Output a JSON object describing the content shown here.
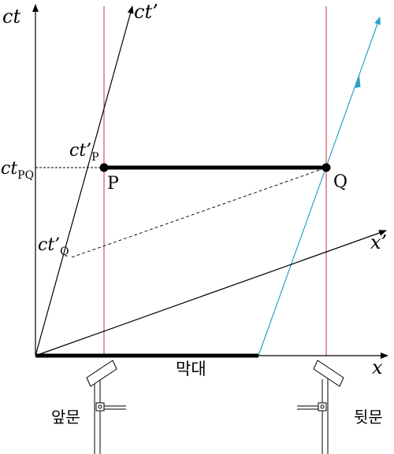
{
  "axes": {
    "ct": "ct",
    "ct_prime": "ct’",
    "x": "x",
    "x_prime": "x’"
  },
  "labels": {
    "ct_pq_main": "ct",
    "ct_pq_sub": "PQ",
    "ct_p_main": "ct’",
    "ct_p_sub": "P",
    "ct_q_main": "ct’",
    "ct_q_sub": "Q",
    "point_p": "P",
    "point_q": "Q",
    "rod": "막대",
    "front_door": "앞문",
    "back_door": "뒷문"
  },
  "colors": {
    "axis": "#000000",
    "worldline_red": "#c0303a",
    "light_ray": "#2aa0c8",
    "rod": "#000000"
  }
}
